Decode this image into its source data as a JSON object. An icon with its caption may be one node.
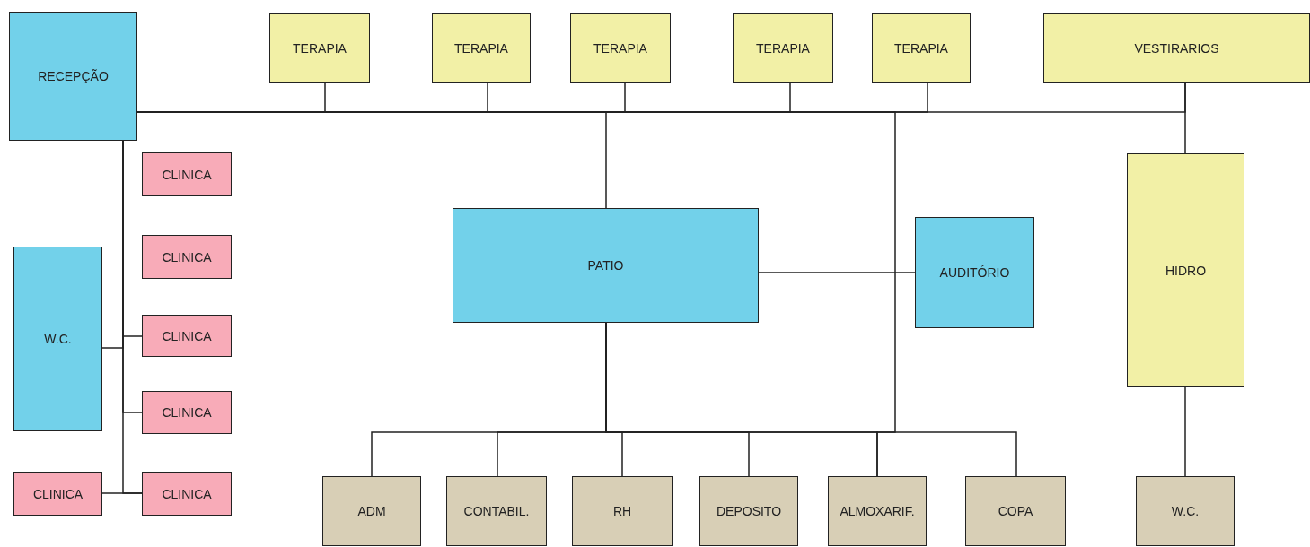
{
  "diagram": {
    "nodes": [
      {
        "text": [
          "RECEPÇÃO"
        ]
      },
      {
        "text": [
          "TERAPIA"
        ]
      },
      {
        "text": [
          "TERAPIA"
        ]
      },
      {
        "text": [
          "TERAPIA"
        ]
      },
      {
        "text": [
          "TERAPIA"
        ]
      },
      {
        "text": [
          "TERAPIA"
        ]
      },
      {
        "text": [
          "VESTIRARIOS"
        ]
      },
      {
        "text": [
          "CLINICA"
        ]
      },
      {
        "text": [
          "CLINICA"
        ]
      },
      {
        "text": [
          "W.C."
        ]
      },
      {
        "text": [
          "CLINICA"
        ]
      },
      {
        "text": [
          "CLINICA"
        ]
      },
      {
        "text": [
          "CLINICA"
        ]
      },
      {
        "text": [
          "CLINICA"
        ]
      },
      {
        "text": [
          "PATIO"
        ]
      },
      {
        "text": [
          "AUDITÓRIO"
        ]
      },
      {
        "text": [
          "HIDRO"
        ]
      },
      {
        "text": [
          "ADM"
        ]
      },
      {
        "text": [
          "CONTABIL."
        ]
      },
      {
        "text": [
          "RH"
        ]
      },
      {
        "text": [
          "DEPOSITO"
        ]
      },
      {
        "text": [
          "ALMOXARIF."
        ]
      },
      {
        "text": [
          "COPA"
        ]
      },
      {
        "text": [
          "W.C."
        ]
      }
    ],
    "edges": [
      {
        "from": 0,
        "to": 1,
        "arrow": "none"
      },
      {
        "from": 0,
        "to": 2,
        "arrow": "none"
      },
      {
        "from": 0,
        "to": 3,
        "arrow": "none"
      },
      {
        "from": 0,
        "to": 4,
        "arrow": "none"
      },
      {
        "from": 0,
        "to": 5,
        "arrow": "none"
      },
      {
        "from": 0,
        "to": 6,
        "arrow": "none"
      },
      {
        "from": 6,
        "to": 16,
        "arrow": "none"
      },
      {
        "from": 0,
        "to": 14,
        "arrow": "none"
      },
      {
        "from": 0,
        "to": 21,
        "arrow": "none"
      },
      {
        "from": 14,
        "to": 15,
        "arrow": "none"
      },
      {
        "from": 0,
        "to": 9,
        "arrow": "none"
      },
      {
        "from": 0,
        "to": 10,
        "arrow": "none"
      },
      {
        "from": 0,
        "to": 11,
        "arrow": "none"
      },
      {
        "from": 0,
        "to": 13,
        "arrow": "none"
      },
      {
        "from": 12,
        "to": 13,
        "arrow": "none"
      },
      {
        "from": 14,
        "to": 17,
        "arrow": "none"
      },
      {
        "from": 14,
        "to": 18,
        "arrow": "none"
      },
      {
        "from": 14,
        "to": 19,
        "arrow": "none"
      },
      {
        "from": 14,
        "to": 20,
        "arrow": "none"
      },
      {
        "from": 14,
        "to": 21,
        "arrow": "none"
      },
      {
        "from": 14,
        "to": 22,
        "arrow": "none"
      },
      {
        "from": 16,
        "to": 23,
        "arrow": "none"
      }
    ]
  }
}
